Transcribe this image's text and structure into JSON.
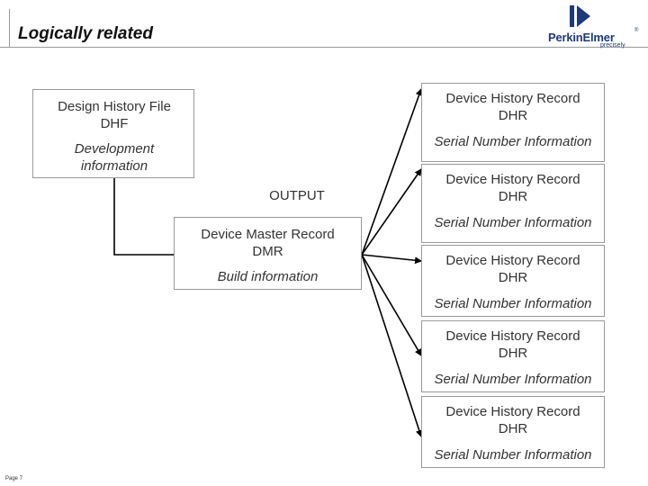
{
  "title": "Logically related",
  "logo": {
    "word": "PerkinElmer",
    "tagline": "precisely",
    "mark": "®",
    "color": "#1e3a7a"
  },
  "dhf": {
    "title_line1": "Design History File",
    "title_line2": "DHF",
    "subtitle_line1": "Development",
    "subtitle_line2": "information"
  },
  "output_label": "OUTPUT",
  "dmr": {
    "title_line1": "Device Master Record",
    "title_line2": "DMR",
    "subtitle": "Build information"
  },
  "dhr_records": [
    {
      "title_line1": "Device History Record",
      "title_line2": "DHR",
      "subtitle": "Serial Number Information"
    },
    {
      "title_line1": "Device History Record",
      "title_line2": "DHR",
      "subtitle": "Serial Number Information"
    },
    {
      "title_line1": "Device History Record",
      "title_line2": "DHR",
      "subtitle": "Serial Number Information"
    },
    {
      "title_line1": "Device History Record",
      "title_line2": "DHR",
      "subtitle": "Serial Number Information"
    },
    {
      "title_line1": "Device History Record",
      "title_line2": "DHR",
      "subtitle": "Serial Number Information"
    }
  ],
  "page_number": "Page 7"
}
